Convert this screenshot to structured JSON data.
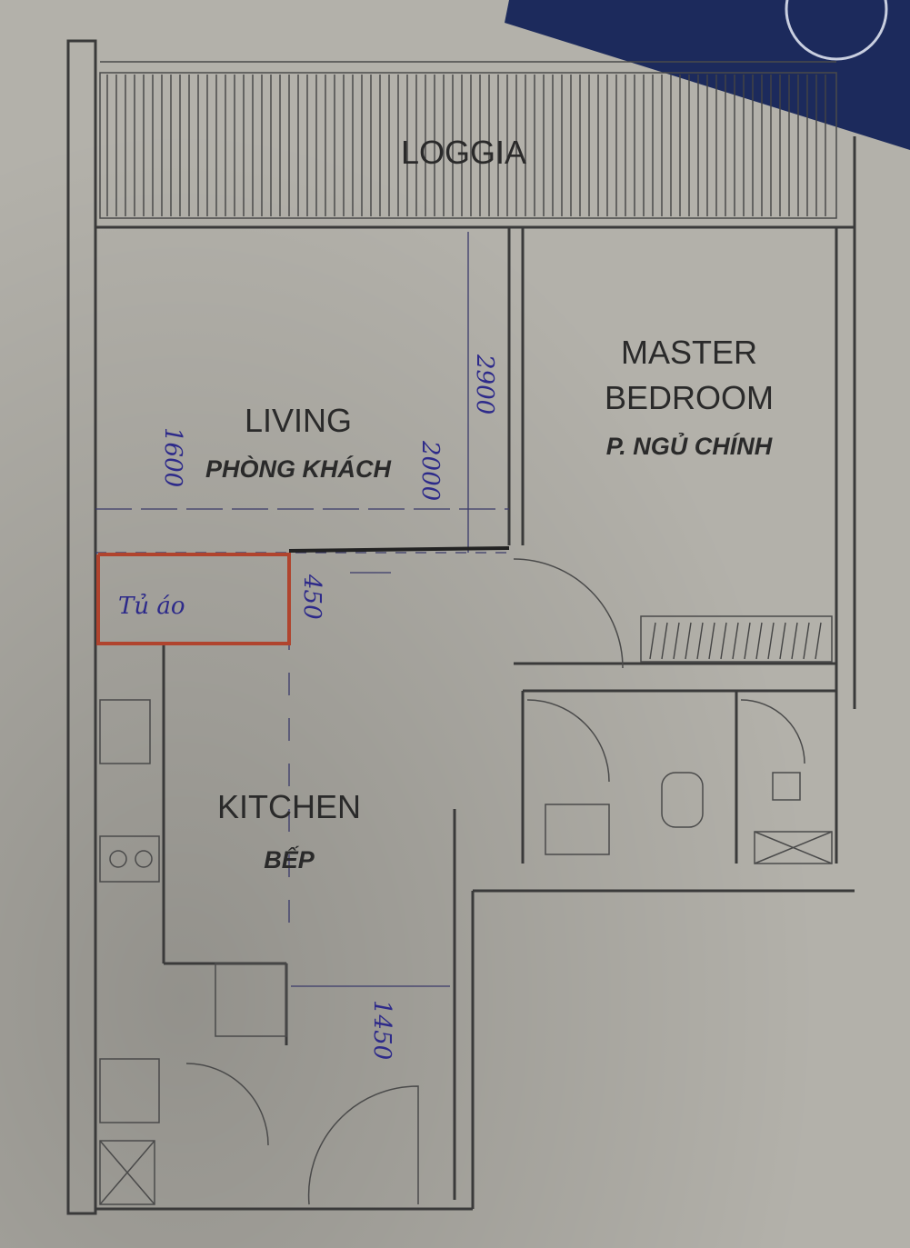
{
  "rooms": {
    "loggia": {
      "label": "LOGGIA"
    },
    "living": {
      "label": "LIVING",
      "sublabel": "PHÒNG KHÁCH"
    },
    "master_bedroom": {
      "label_line1": "MASTER",
      "label_line2": "BEDROOM",
      "sublabel": "P. NGỦ CHÍNH"
    },
    "kitchen": {
      "label": "KITCHEN",
      "sublabel": "BẾP"
    }
  },
  "handwritten": {
    "wardrobe": "Tủ áo",
    "dim_living_left": "1600",
    "dim_living_right": "2900",
    "dim_living_mid": "2000",
    "dim_wardrobe": "450",
    "dim_kitchen": "1450"
  },
  "colors": {
    "paper": "#b3b1aa",
    "ink": "#2d2a8a",
    "red_pen": "#b0442e",
    "card": "#1c2a5c"
  }
}
